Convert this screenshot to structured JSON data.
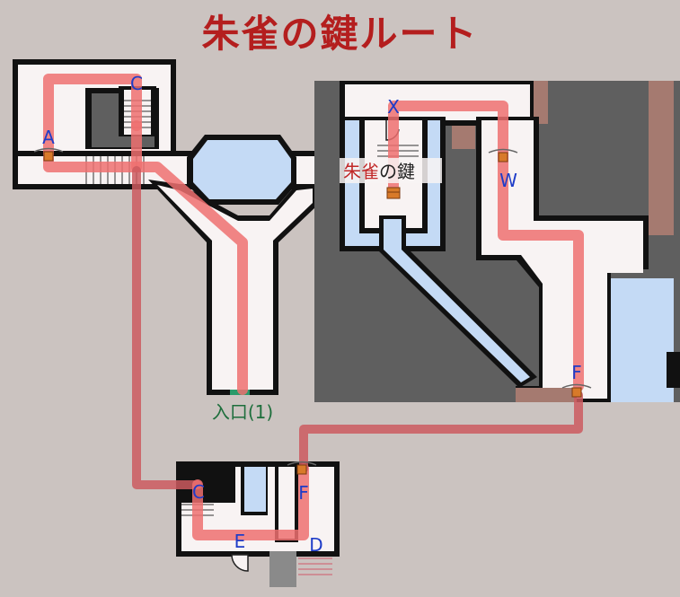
{
  "title": "朱雀の鍵ルート",
  "key_label": {
    "red_part": "朱雀",
    "dark_part": "の鍵"
  },
  "entrance_label": "入口(1)",
  "points": {
    "A": "A",
    "C_top": "C",
    "X": "X",
    "W": "W",
    "F_top": "F",
    "C_bottom": "C",
    "F_bottom": "F",
    "E": "E",
    "D": "D"
  },
  "colors": {
    "background": "#cbc3c0",
    "wall": "#111111",
    "floor": "#f8f3f3",
    "water": "#c4daf5",
    "dark_area": "#5f5f5f",
    "brown": "#a57a70",
    "route": "#ee7070",
    "route_down": "#cc5a5f",
    "title": "#b41e1e",
    "point_label": "#1e3cc8",
    "entrance_label": "#1e6e3c"
  },
  "icons": [
    "lock-gate-icon",
    "treasure-chest-icon",
    "stairs-icon",
    "door-arc-icon"
  ]
}
